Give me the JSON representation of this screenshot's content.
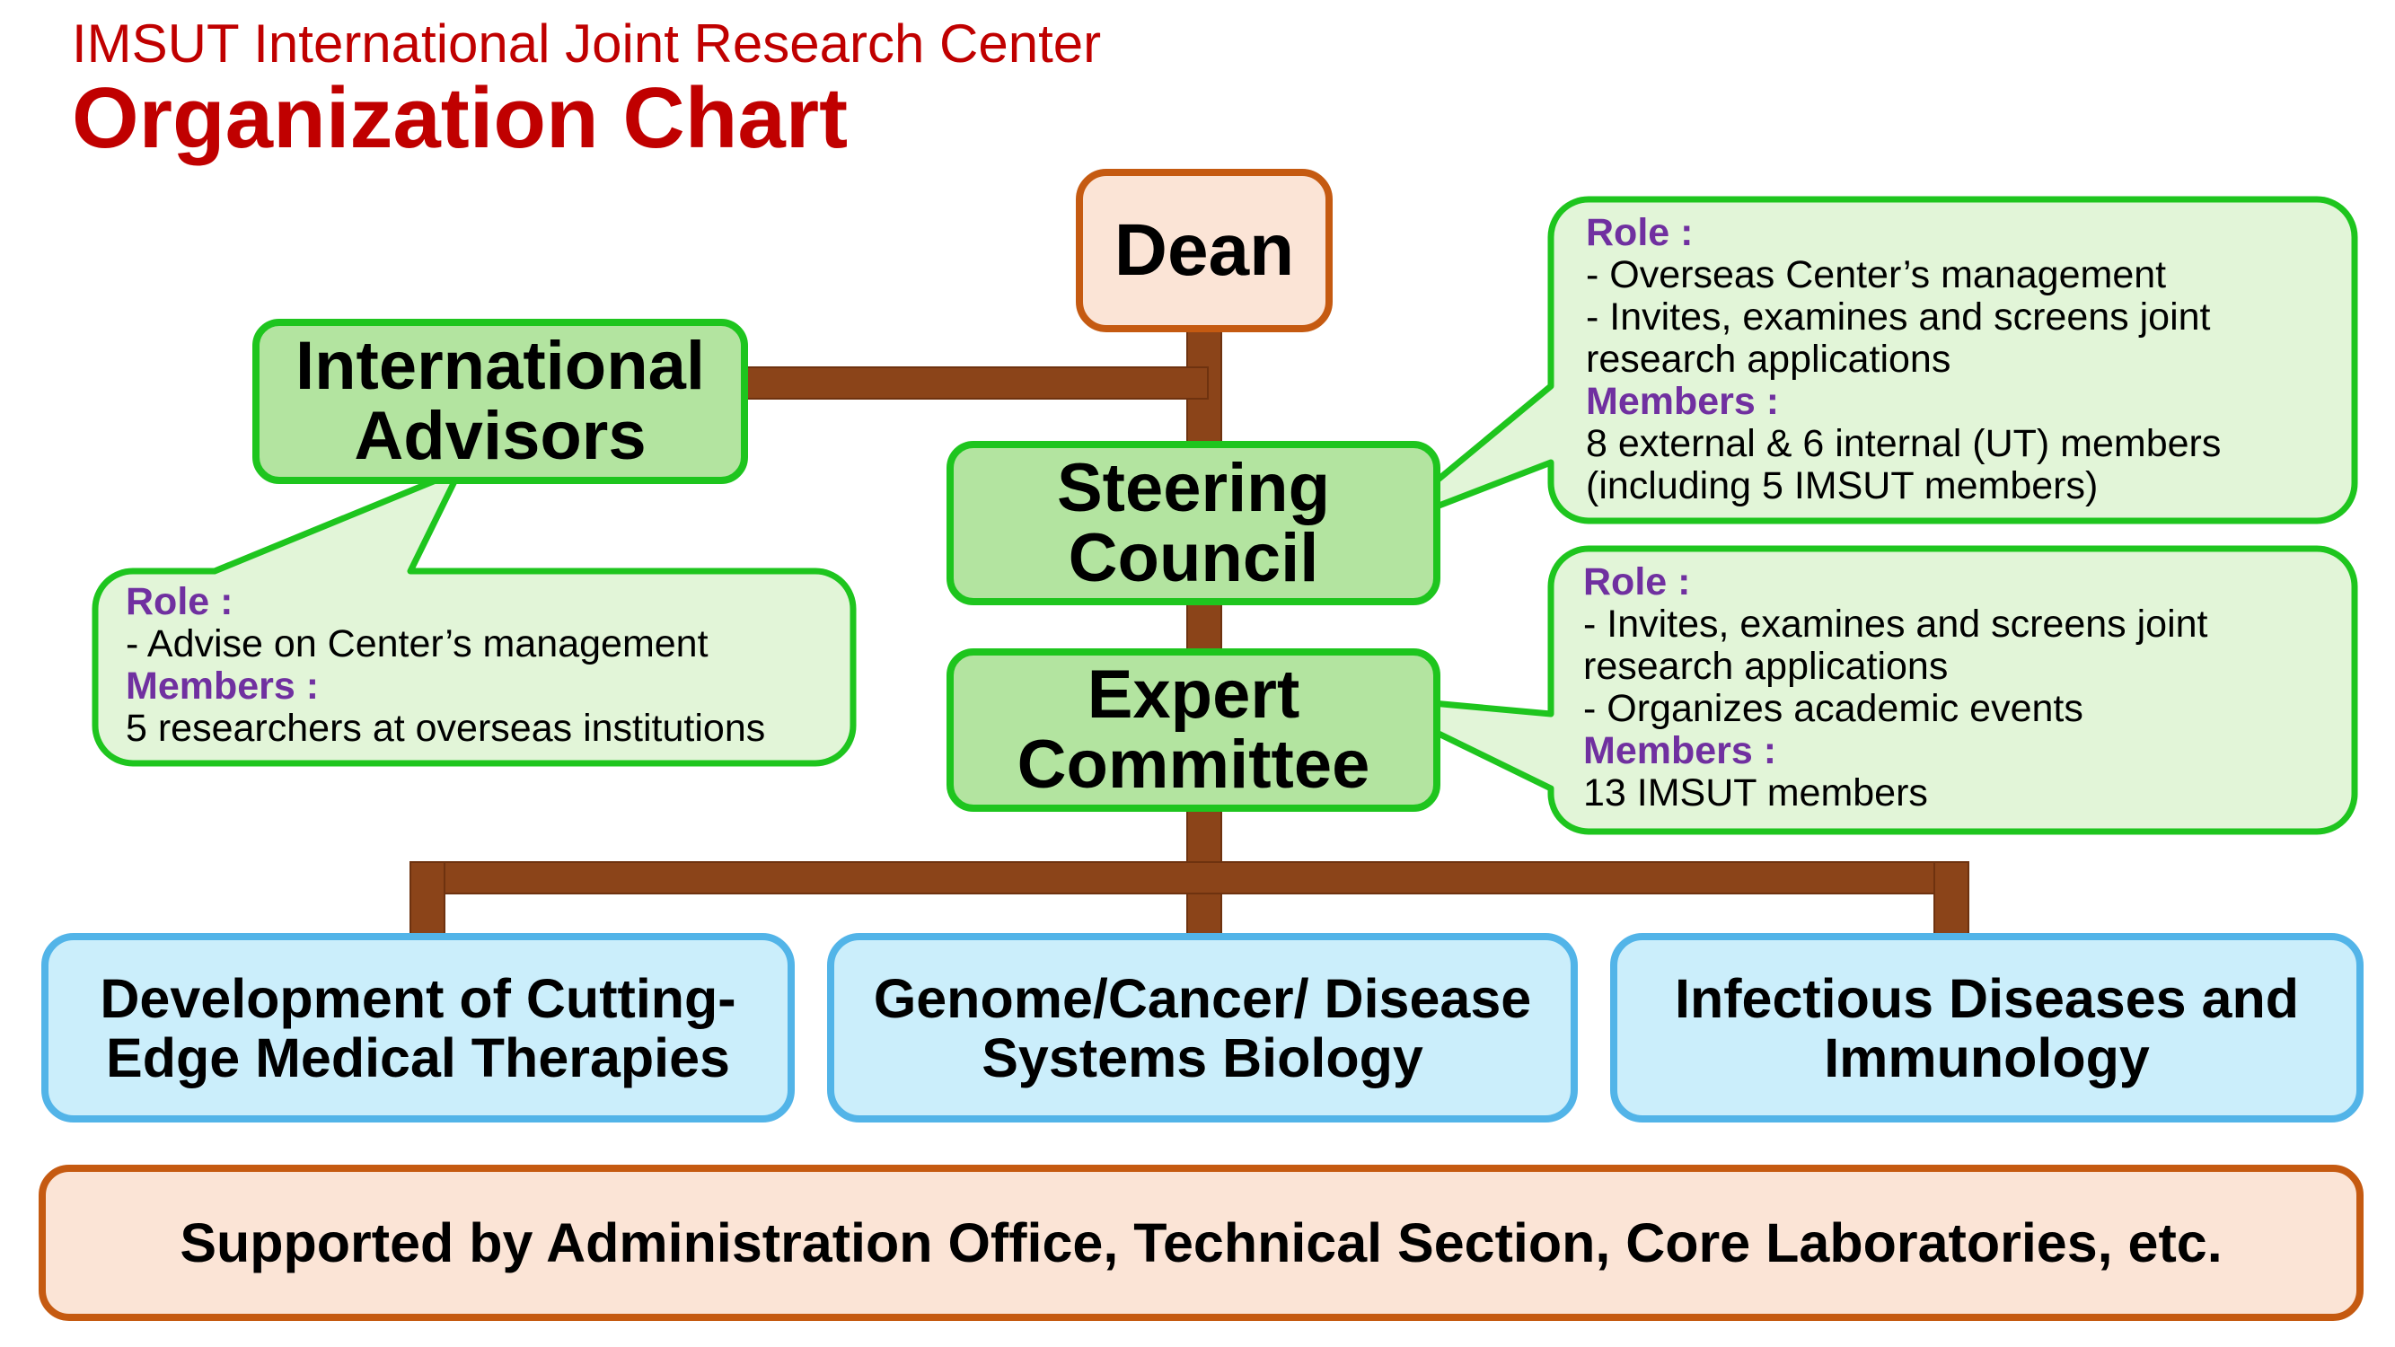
{
  "header": {
    "center_name": "IMSUT International Joint Research Center",
    "title": "Organization Chart"
  },
  "nodes": {
    "dean": {
      "label": "Dean"
    },
    "international_advisors": {
      "lines": [
        "International",
        "Advisors"
      ]
    },
    "steering_council": {
      "lines": [
        "Steering",
        "Council"
      ]
    },
    "expert_committee": {
      "lines": [
        "Expert",
        "Committee"
      ]
    },
    "divisions": [
      {
        "lines": [
          "Development of Cutting-",
          "Edge Medical Therapies"
        ]
      },
      {
        "lines": [
          "Genome/Cancer/ Disease",
          "Systems Biology"
        ]
      },
      {
        "lines": [
          "Infectious Diseases and",
          "Immunology"
        ]
      }
    ],
    "support": {
      "label": "Supported by Administration Office, Technical Section, Core Laboratories, etc."
    }
  },
  "callouts": {
    "international_advisors": {
      "role_heading": "Role :",
      "role_lines": [
        "- Advise on Center’s management"
      ],
      "members_heading": "Members :",
      "members_lines": [
        "5 researchers at overseas institutions"
      ]
    },
    "steering_council": {
      "role_heading": "Role :",
      "role_lines": [
        "- Overseas Center’s management",
        "- Invites, examines and screens joint",
        "research applications"
      ],
      "members_heading": "Members :",
      "members_lines": [
        "8 external & 6 internal (UT) members",
        "(including 5 IMSUT members)"
      ]
    },
    "expert_committee": {
      "role_heading": "Role :",
      "role_lines": [
        "- Invites, examines and screens joint",
        "research applications",
        "- Organizes academic events"
      ],
      "members_heading": "Members :",
      "members_lines": [
        "13 IMSUT members"
      ]
    }
  },
  "colors": {
    "title": "#c00000",
    "heading": "#7030a0",
    "connector": "#8b4419",
    "peach_fill": "#fbe4d6",
    "peach_border": "#c55a11",
    "green_fill": "#b3e4a0",
    "green_border": "#1ec51e",
    "callout_fill": "#e2f5d8",
    "blue_fill": "#cbeefb",
    "blue_border": "#52b4e8"
  }
}
